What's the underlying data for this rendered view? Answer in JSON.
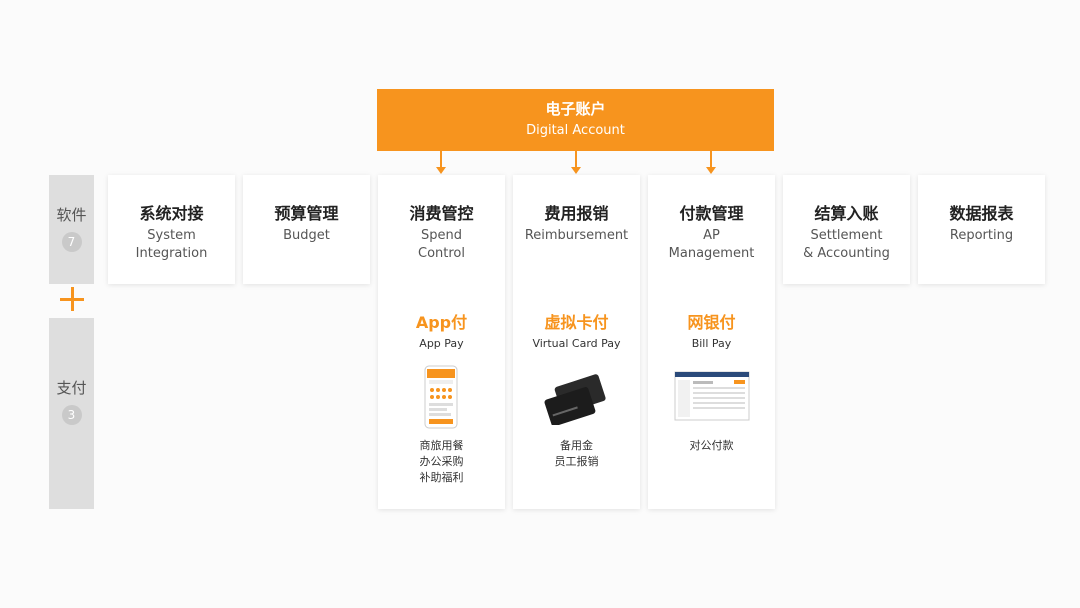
{
  "header": {
    "cn": "电子账户",
    "en": "Digital Account"
  },
  "side": {
    "software": {
      "label": "软件",
      "count": "7"
    },
    "payment": {
      "label": "支付",
      "count": "3"
    }
  },
  "modules": [
    {
      "cn": "系统对接",
      "en1": "System",
      "en2": "Integration"
    },
    {
      "cn": "预算管理",
      "en1": "Budget",
      "en2": ""
    },
    {
      "cn": "消费管控",
      "en1": "Spend",
      "en2": "Control"
    },
    {
      "cn": "费用报销",
      "en1": "Reimbursement",
      "en2": ""
    },
    {
      "cn": "付款管理",
      "en1": "AP",
      "en2": "Management"
    },
    {
      "cn": "结算入账",
      "en1": "Settlement",
      "en2": "& Accounting"
    },
    {
      "cn": "数据报表",
      "en1": "Reporting",
      "en2": ""
    }
  ],
  "payments": [
    {
      "cn": "App付",
      "en": "App Pay",
      "desc": [
        "商旅用餐",
        "办公采购",
        "补助福利"
      ]
    },
    {
      "cn": "虚拟卡付",
      "en": "Virtual Card Pay",
      "desc": [
        "备用金",
        "员工报销"
      ]
    },
    {
      "cn": "网银付",
      "en": "Bill Pay",
      "desc": [
        "对公付款"
      ]
    }
  ],
  "colors": {
    "accent": "#f7941e",
    "sidebox": "#dedede"
  }
}
